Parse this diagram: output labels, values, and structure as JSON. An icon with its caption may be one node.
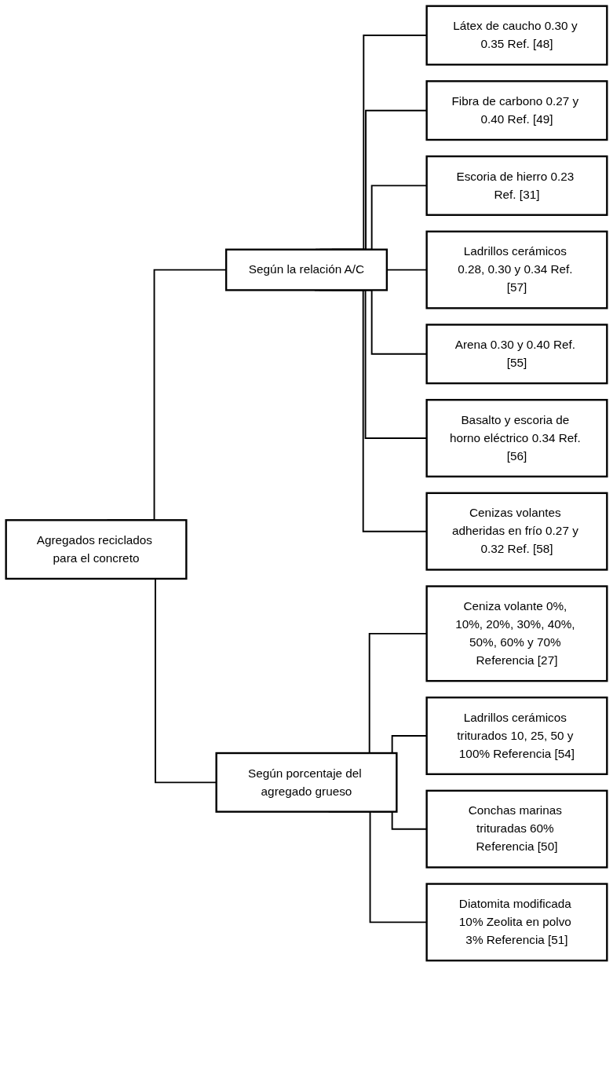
{
  "diagram": {
    "nodes": [
      {
        "text": [
          "Agregados reciclados para el concreto"
        ]
      },
      {
        "text": [
          "Según la relación A/C"
        ]
      },
      {
        "text": [
          "Según porcentaje del agregado grueso"
        ]
      },
      {
        "text": [
          "Látex de caucho 0.30 y 0.35 Ref. [48]"
        ]
      },
      {
        "text": [
          "Fibra de carbono 0.27 y 0.40 Ref. [49]"
        ]
      },
      {
        "text": [
          "Escoria de hierro 0.23 Ref. [31]"
        ]
      },
      {
        "text": [
          "Ladrillos cerámicos 0.28, 0.30 y 0.34 Ref. [57]"
        ]
      },
      {
        "text": [
          "Arena 0.30 y 0.40 Ref. [55]"
        ]
      },
      {
        "text": [
          "Basalto y escoria de horno eléctrico 0.34 Ref. [56]"
        ]
      },
      {
        "text": [
          "Cenizas volantes adheridas en frío 0.27 y 0.32 Ref. [58]"
        ]
      },
      {
        "text": [
          "Ceniza volante 0%, 10%, 20%, 30%, 40%, 50%, 60% y 70% Referencia [27]"
        ]
      },
      {
        "text": [
          "Ladrillos cerámicos triturados 10, 25, 50 y 100% Referencia [54]"
        ]
      },
      {
        "text": [
          "Conchas marinas trituradas 60% Referencia [50]"
        ]
      },
      {
        "text": [
          "Diatomita modificada 10% Zeolita en polvo 3% Referencia [51]"
        ]
      }
    ],
    "edges": [
      {
        "from": 0,
        "to": 1,
        "arrow": "none"
      },
      {
        "from": 0,
        "to": 2,
        "arrow": "none"
      },
      {
        "from": 1,
        "to": 3,
        "arrow": "none"
      },
      {
        "from": 1,
        "to": 4,
        "arrow": "none"
      },
      {
        "from": 1,
        "to": 5,
        "arrow": "none"
      },
      {
        "from": 1,
        "to": 6,
        "arrow": "none"
      },
      {
        "from": 1,
        "to": 7,
        "arrow": "none"
      },
      {
        "from": 1,
        "to": 8,
        "arrow": "none"
      },
      {
        "from": 1,
        "to": 9,
        "arrow": "none"
      },
      {
        "from": 2,
        "to": 10,
        "arrow": "none"
      },
      {
        "from": 2,
        "to": 11,
        "arrow": "none"
      },
      {
        "from": 2,
        "to": 12,
        "arrow": "none"
      },
      {
        "from": 2,
        "to": 13,
        "arrow": "none"
      }
    ]
  }
}
